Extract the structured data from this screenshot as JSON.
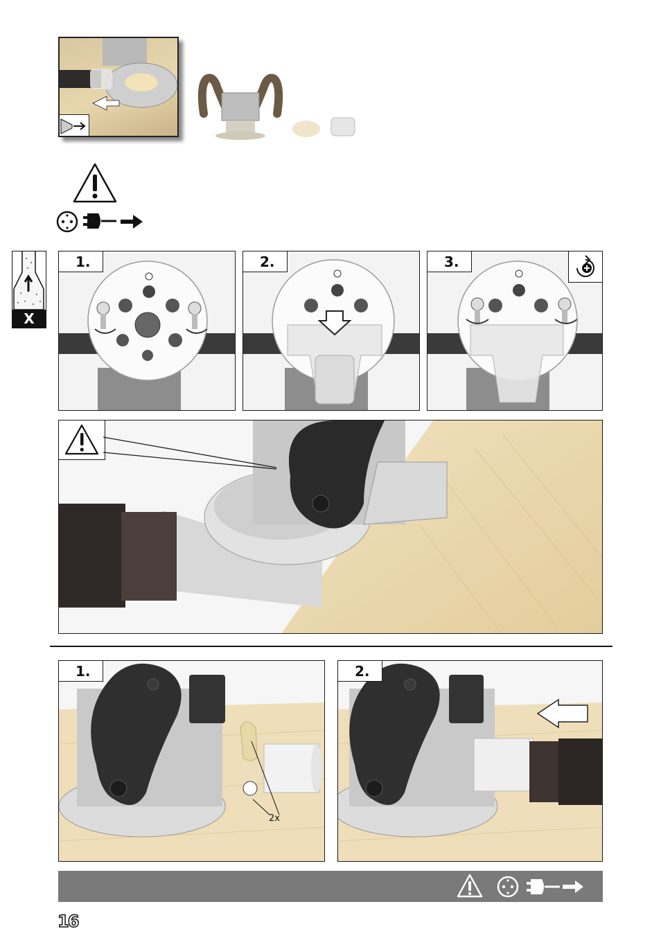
{
  "steps_top": [
    "1.",
    "2.",
    "3."
  ],
  "steps_bottom": [
    "1.",
    "2."
  ],
  "quantity_label": "2x",
  "section_tab_label": "X",
  "page_number": "16",
  "colors": {
    "bar": "#7a7a7a",
    "line": "#111111",
    "wood": "#e9d9b2"
  },
  "icons": [
    "warning-icon",
    "power-socket-icon",
    "plug-icon",
    "arrow-right-icon",
    "dust-extraction-icon",
    "rotate-tighten-icon"
  ]
}
